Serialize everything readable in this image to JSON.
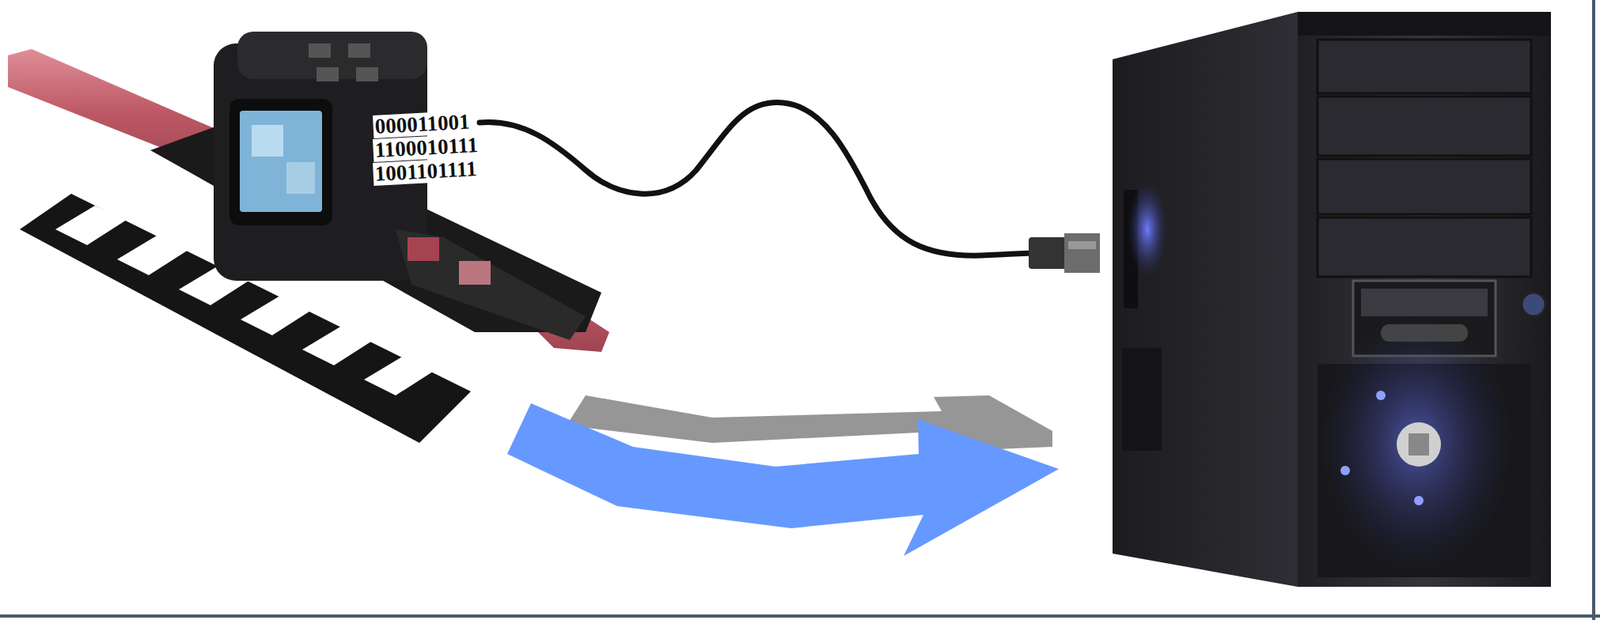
{
  "diagram": {
    "labels": [
      "000011001",
      "1100010111",
      "1001101111"
    ]
  }
}
